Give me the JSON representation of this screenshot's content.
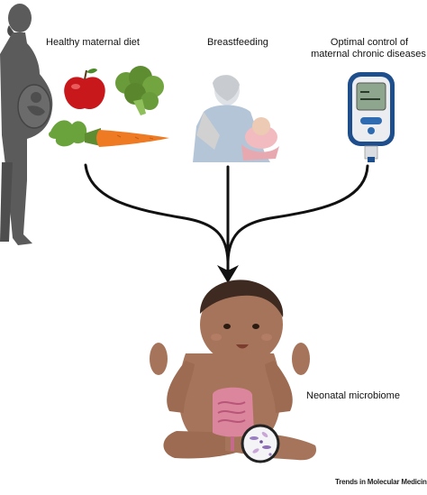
{
  "labels": {
    "diet": "Healthy maternal diet",
    "breastfeeding": "Breastfeeding",
    "chronic_line1": "Optimal control of",
    "chronic_line2": "maternal chronic diseases",
    "microbiome": "Neonatal microbiome"
  },
  "credit": "Trends in Molecular Medicine",
  "icons": [
    "pregnant-woman",
    "apple",
    "broccoli",
    "carrot",
    "breastfeeding-mother",
    "glucose-meter",
    "baby",
    "intestine",
    "microbes"
  ],
  "colors": {
    "silhouette": "#5b5b5b",
    "arrow": "#111111",
    "apple": "#c8181b",
    "broccoli": "#5e8c31",
    "carrot": "#ee7b24",
    "skin": "#a6745a",
    "meter": "#1e4f8c",
    "intestine": "#e48aa8"
  }
}
